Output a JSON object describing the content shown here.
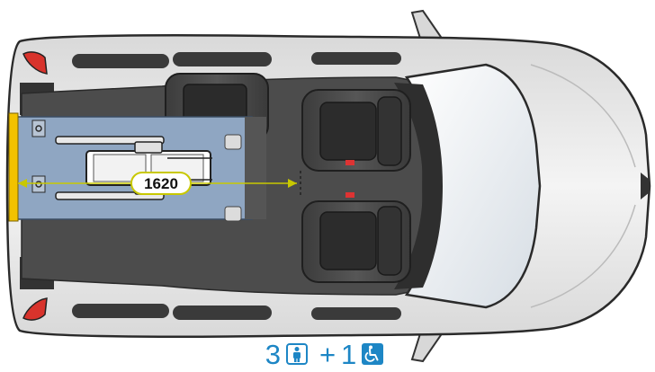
{
  "diagram": {
    "dimension_label": "1620",
    "capacity": {
      "seats": "3",
      "plus": "+",
      "wheelchairs": "1"
    },
    "icons": [
      "seated-person-icon",
      "wheelchair-icon"
    ]
  },
  "colors": {
    "accent": "#1d86c5",
    "floor": "#8fa6c2",
    "ramp": "#f2c200",
    "dimension": "#c8c800"
  }
}
